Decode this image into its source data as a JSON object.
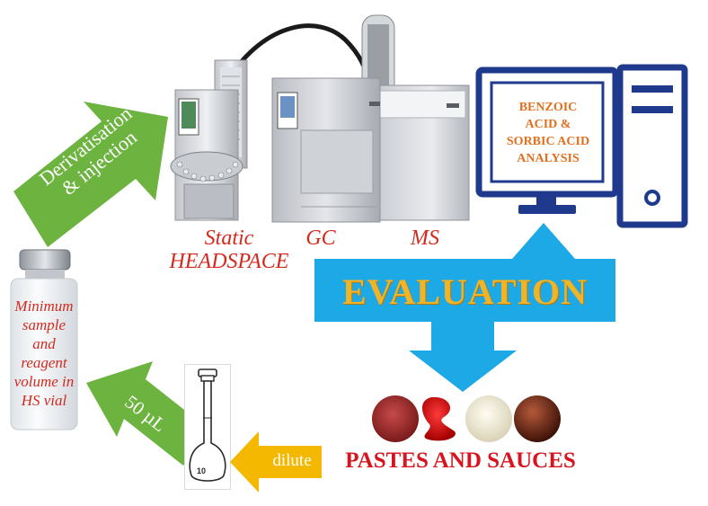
{
  "instrument_labels": {
    "headspace_line1": "Static",
    "headspace_line2": "HEADSPACE",
    "gc": "GC",
    "ms": "MS"
  },
  "monitor": {
    "line1": "BENZOIC",
    "line2": "ACID &",
    "line3": "SORBIC ACID",
    "line4": "ANALYSIS"
  },
  "evaluation": "EVALUATION",
  "arrow_derivatisation": {
    "line1": "Derivatisation",
    "line2": "& injection"
  },
  "vial_text": [
    "Minimum",
    "sample",
    "and",
    "reagent",
    "volume in",
    "HS vial"
  ],
  "arrow_50ul": "50 µL",
  "arrow_dilute": "dilute",
  "pastes_sauces": "PASTES AND SAUCES",
  "colors": {
    "green_arrow": "#6cb33f",
    "blue_arrow": "#1ca9e6",
    "orange_arrow": "#f5b800",
    "monitor_blue": "#1f3a8c",
    "label_red": "#d42a1e",
    "evaluation_gold": "#f0b429"
  }
}
